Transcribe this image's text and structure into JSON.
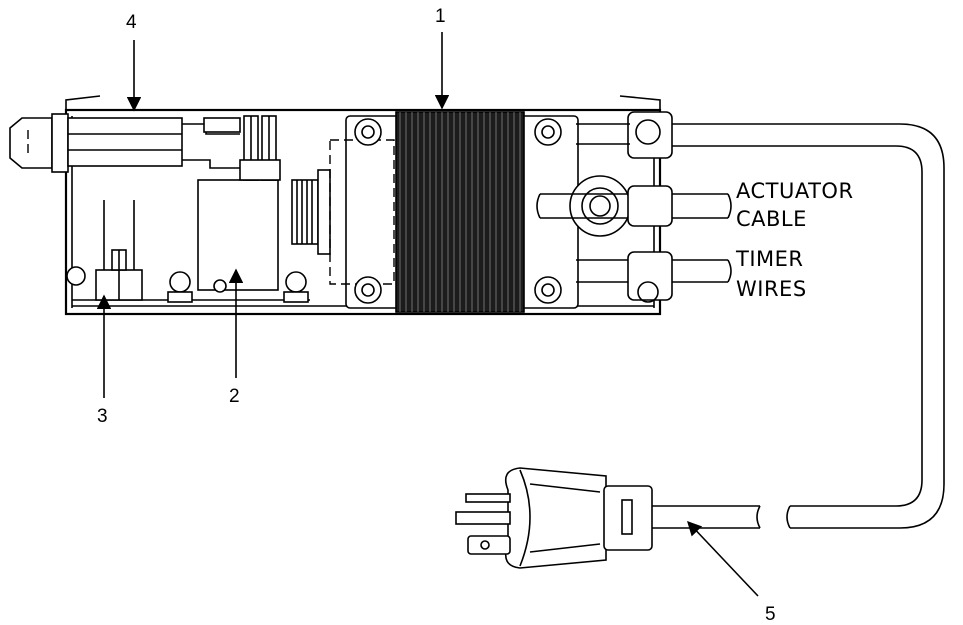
{
  "callouts": {
    "c1": "1",
    "c2": "2",
    "c3": "3",
    "c4": "4",
    "c5": "5"
  },
  "labels": {
    "actuator_line1": "ACTUATOR",
    "actuator_line2": "CABLE",
    "timer_line1": "TIMER",
    "timer_line2": "WIRES"
  }
}
